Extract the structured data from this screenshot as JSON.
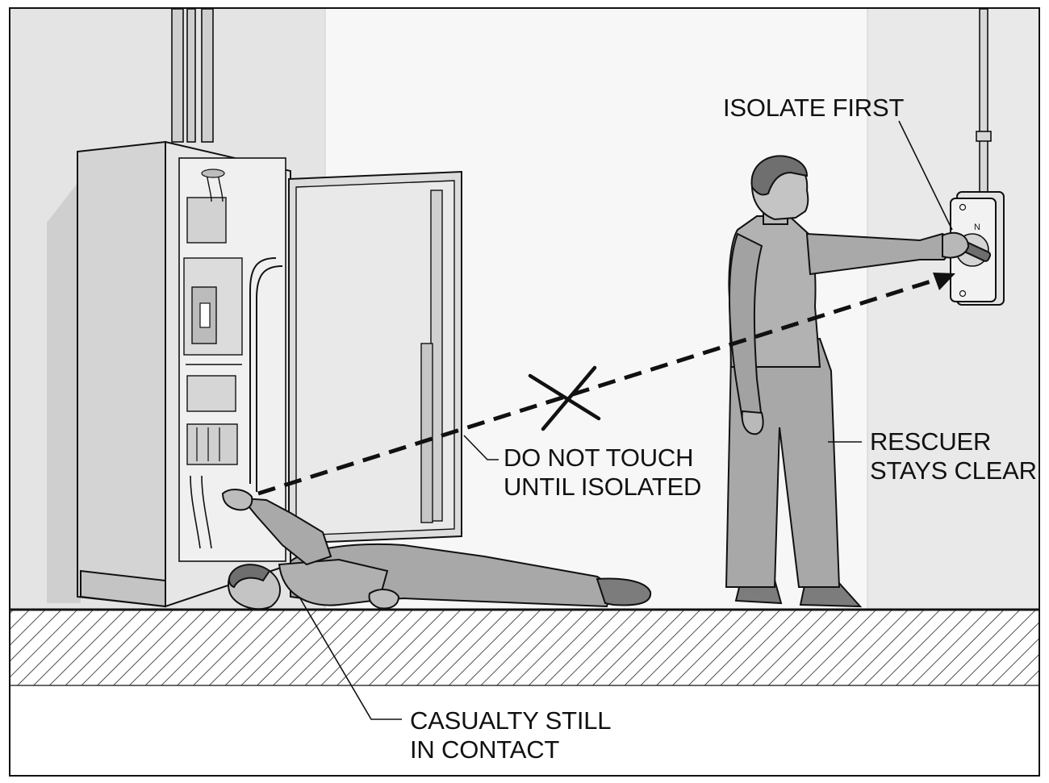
{
  "callouts": {
    "isolate_first": "ISOLATE FIRST",
    "do_not_touch": [
      "DO NOT TOUCH",
      "UNTIL ISOLATED"
    ],
    "rescuer_stays_clear": [
      "RESCUER",
      "STAYS CLEAR"
    ],
    "casualty_still_in_contact": [
      "CASUALTY STILL",
      "IN CONTACT"
    ]
  },
  "isolator_mark": "N",
  "colors": {
    "line": "#111111",
    "wall_shade": "#e3e3e3",
    "wall_light": "#f6f6f6",
    "cabinet": "#d6d6d6",
    "figure": "#a9a9a9",
    "figure_dark": "#8c8c8c"
  }
}
